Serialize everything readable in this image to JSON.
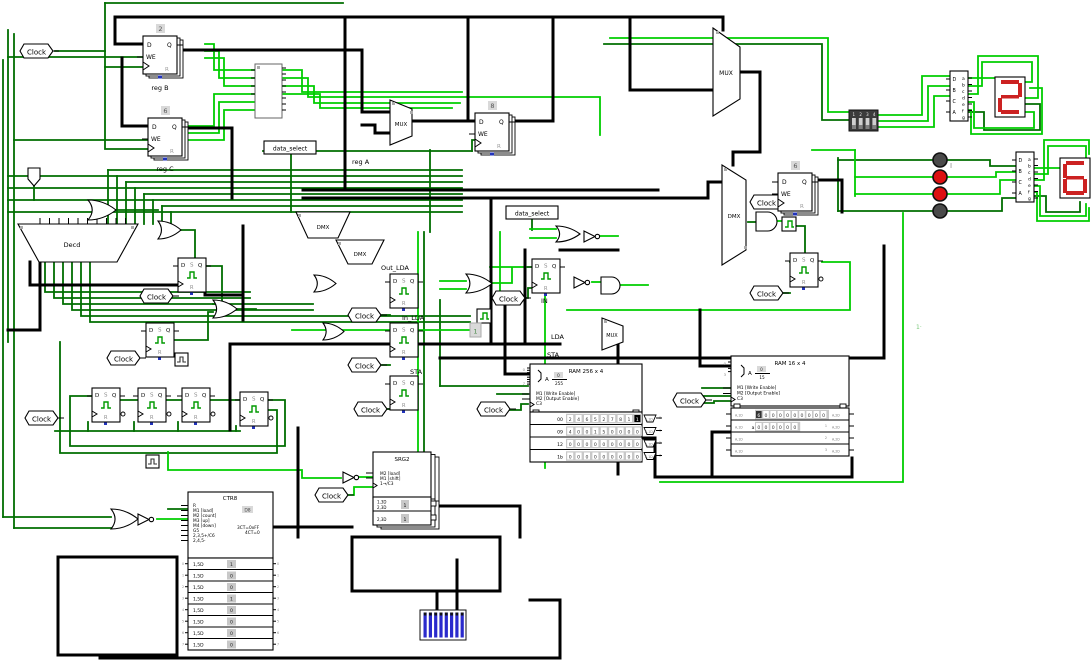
{
  "clock_label": "Clock",
  "ff_pins": {
    "d": "D",
    "q": "Q",
    "we": "WE",
    "s": "S",
    "r": "R"
  },
  "registers": [
    {
      "id": "reg-b",
      "num": "2",
      "label": "reg B"
    },
    {
      "id": "reg-c",
      "num": "6",
      "label": "reg C"
    },
    {
      "id": "reg-a",
      "num": "8",
      "label": "reg A"
    },
    {
      "id": "out-reg",
      "num": "6",
      "label": ""
    }
  ],
  "mux_label": "MUX",
  "dmx_label": "DMX",
  "decoder_label": "Decd",
  "wire_labels": {
    "data_select": "data_select",
    "out_lda": "Out_LDA",
    "in_lda": "In_LDA",
    "sta": "STA",
    "in": "IN",
    "lda": "LDA",
    "sta2": "STA",
    "i": "I",
    "one_dot": "1·",
    "one": "1"
  },
  "seg_decoder": {
    "left_pins": [
      "D",
      "B",
      "C",
      "A"
    ],
    "right_pins": [
      "a",
      "b",
      "c",
      "d",
      "e",
      "f",
      "g"
    ]
  },
  "displays": [
    {
      "digit": "2",
      "segments": [
        "a",
        "b",
        "g",
        "e",
        "d"
      ]
    },
    {
      "digit": "6",
      "segments": [
        "a",
        "f",
        "g",
        "e",
        "d",
        "c"
      ]
    }
  ],
  "leds": [
    {
      "state": "off"
    },
    {
      "state": "on"
    },
    {
      "state": "on"
    },
    {
      "state": "off"
    }
  ],
  "dip_switch": {
    "labels": [
      "1",
      "2",
      "3",
      "4"
    ]
  },
  "ram256": {
    "title": "RAM 256 x 4",
    "a_label": "A",
    "addr_top": "0",
    "addr_bot": "255",
    "m1": "M1 [Write Enable]",
    "m2": "M2 [Output Enable]",
    "c3": "C3",
    "pin_top": "0",
    "pin_bot": "7",
    "side_label": "A,1D",
    "row_pins": [
      "0",
      "1",
      "2",
      "3"
    ],
    "rows": [
      {
        "addr": "00",
        "cursor": 8,
        "cells": [
          "2",
          "4",
          "6",
          "5",
          "2",
          "7",
          "8",
          "1",
          "1"
        ]
      },
      {
        "addr": "09",
        "cursor": -1,
        "cells": [
          "4",
          "0",
          "0",
          "1",
          "5",
          "0",
          "0",
          "0",
          "0"
        ]
      },
      {
        "addr": "12",
        "cursor": -1,
        "cells": [
          "0",
          "0",
          "0",
          "0",
          "0",
          "0",
          "0",
          "0",
          "0"
        ]
      },
      {
        "addr": "1b",
        "cursor": -1,
        "cells": [
          "0",
          "0",
          "0",
          "0",
          "0",
          "0",
          "0",
          "0",
          "0"
        ]
      }
    ]
  },
  "ram16": {
    "title": "RAM 16 x 4",
    "a_label": "A",
    "addr_top": "0",
    "addr_bot": "15",
    "m1": "M1 [Write Enable]",
    "m2": "M2 [Output Enable]",
    "c3": "C3",
    "pin_top": "0",
    "pin_bot": "3",
    "side_left": "A,1D",
    "side_right": "A,2D",
    "row_pins": [
      "0",
      "1",
      "2",
      "3"
    ],
    "rows": [
      {
        "addr": "",
        "cursor": 0,
        "cells": [
          "6",
          "0",
          "0",
          "0",
          "0",
          "0",
          "0",
          "0",
          "0",
          "0"
        ]
      },
      {
        "addr": "a",
        "cursor": -1,
        "cells": [
          "0",
          "0",
          "0",
          "0",
          "0",
          "0"
        ]
      },
      {
        "addr": "",
        "cursor": -1,
        "cells": []
      },
      {
        "addr": "",
        "cursor": -1,
        "cells": []
      }
    ]
  },
  "ctr8": {
    "title": "CTR8",
    "pins_left": [
      "R",
      "M1 [load]",
      "M2 [count]",
      "M3 [up]",
      "M4 [down]",
      "G5",
      "2,3,5+/C6",
      "2,4,5-"
    ],
    "d_label": "D8",
    "ct_hi": "3CT=0xFF",
    "ct_lo": "4CT=0",
    "row_label": "1,5D",
    "values": [
      "1",
      "0",
      "0",
      "1",
      "0",
      "0",
      "0",
      "0"
    ],
    "row_pins": [
      "0",
      "1",
      "2",
      "3",
      "4",
      "5",
      "6",
      "7"
    ]
  },
  "srg2": {
    "title": "SRG2",
    "lines": [
      "M2 [load]",
      "M1 [shift]",
      "1→/C3"
    ],
    "rows": [
      {
        "l1": "1,3D",
        "l2": "2,3D",
        "value": "1"
      },
      {
        "l1": "2,3D",
        "l2": "",
        "value": "1"
      }
    ]
  },
  "colors": {
    "wire_dark": "#006E00",
    "wire_bright": "#00CE00",
    "wire_black": "#000000",
    "led_on": "#DD1111",
    "led_off": "#4A4A4A",
    "segment_red": "#CC2222",
    "dip_blue": "#2A2ACC",
    "mem_gray": "#C8C8C8"
  }
}
